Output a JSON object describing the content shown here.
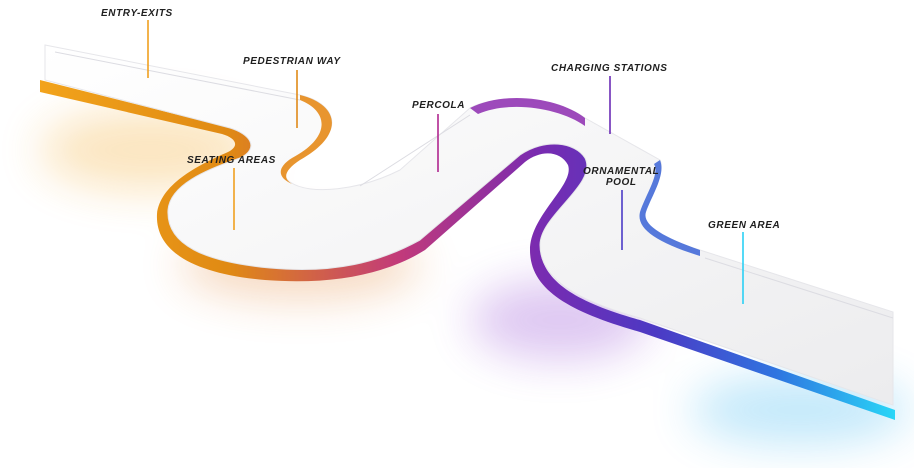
{
  "diagram": {
    "labels": {
      "entry_exits": "ENTRY-EXITS",
      "pedestrian_way": "PEDESTRIAN WAY",
      "percola": "PERCOLA",
      "charging_stations": "CHARGING STATIONS",
      "seating_areas": "SEATING AREAS",
      "ornamental_pool_line1": "ORNAMENTAL",
      "ornamental_pool_line2": "POOL",
      "green_area": "GREEN AREA"
    },
    "colors": {
      "orange": "#f2a31b",
      "orange_dark": "#d97a10",
      "magenta": "#b0268f",
      "purple": "#6a2bb5",
      "indigo": "#4b3bc7",
      "blue": "#2f74e0",
      "cyan": "#2ad0f5",
      "surface": "#f7f7f8",
      "label_text": "#1f1f1f"
    }
  }
}
